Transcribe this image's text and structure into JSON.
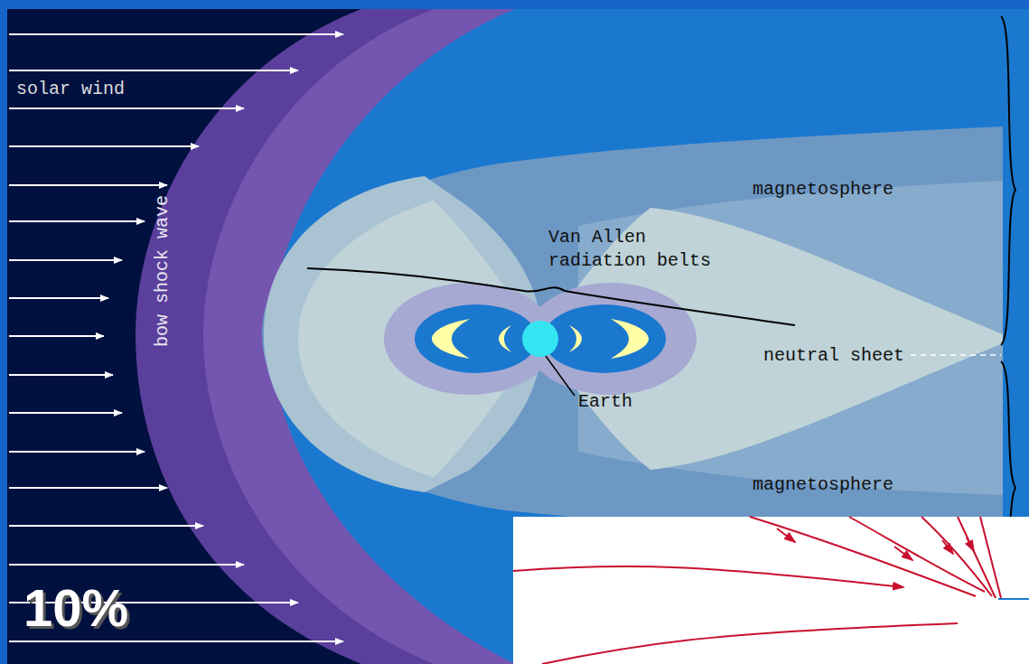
{
  "diagram": {
    "labels": [
      "solar wind",
      "bow shock wave",
      "magnetosphere",
      "Van Allen radiation belts",
      "neutral sheet",
      "Earth",
      "magnetosphere",
      "10%"
    ]
  }
}
